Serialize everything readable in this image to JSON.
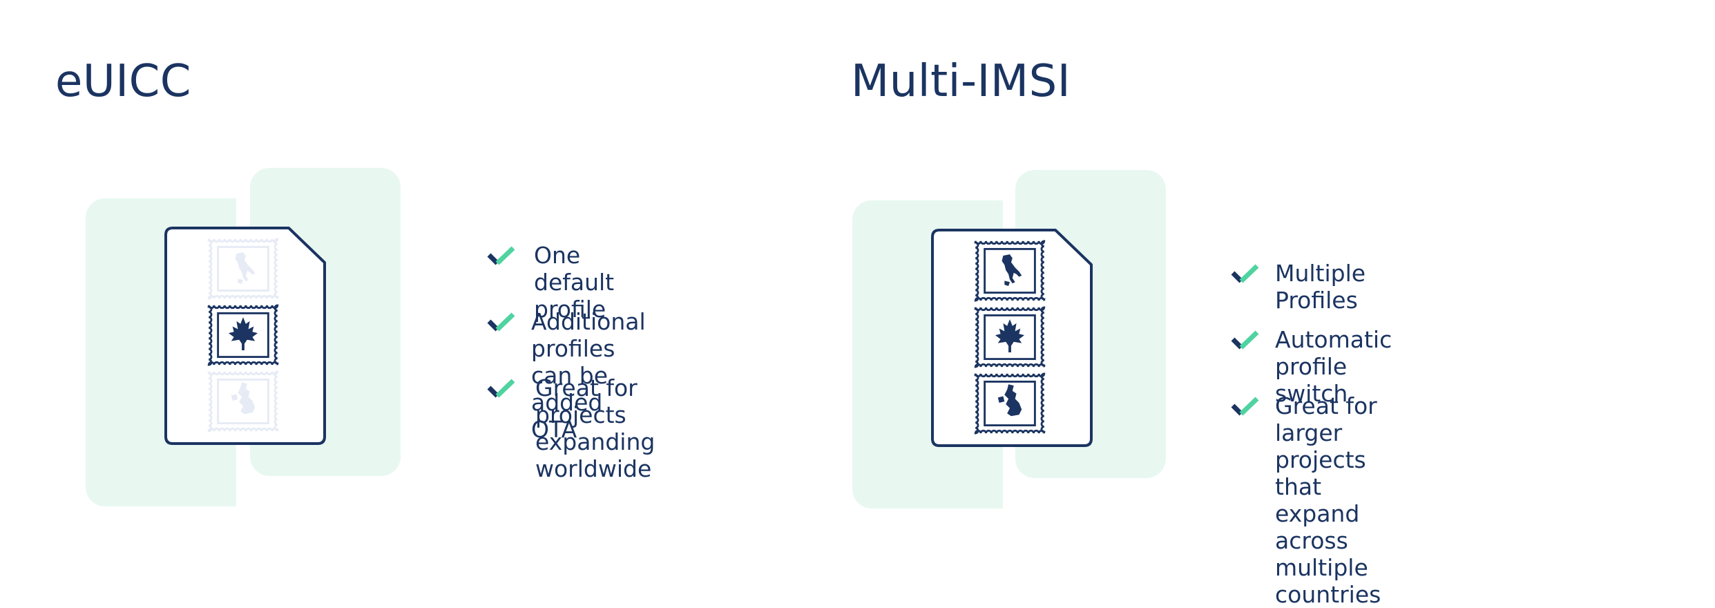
{
  "colors": {
    "navy": "#1b3461",
    "mint": "#4fd3a0",
    "mint_light": "#e8f8f1",
    "faded": "#e6ebf5"
  },
  "panels": [
    {
      "title": "eUICC",
      "stamps": [
        {
          "icon": "italy-map-icon",
          "active": false
        },
        {
          "icon": "maple-leaf-icon",
          "active": true
        },
        {
          "icon": "uk-map-icon",
          "active": false
        }
      ],
      "features": [
        {
          "text": "One default profile"
        },
        {
          "text": "Additional profiles\ncan be added OTA"
        },
        {
          "text": "Great for projects\nexpanding worldwide"
        }
      ]
    },
    {
      "title": "Multi-IMSI",
      "stamps": [
        {
          "icon": "italy-map-icon",
          "active": true
        },
        {
          "icon": "maple-leaf-icon",
          "active": true
        },
        {
          "icon": "uk-map-icon",
          "active": true
        }
      ],
      "features": [
        {
          "text": "Multiple Profiles"
        },
        {
          "text": "Automatic profile switch"
        },
        {
          "text": "Great for larger projects that\nexpand across multiple countries"
        }
      ]
    }
  ]
}
